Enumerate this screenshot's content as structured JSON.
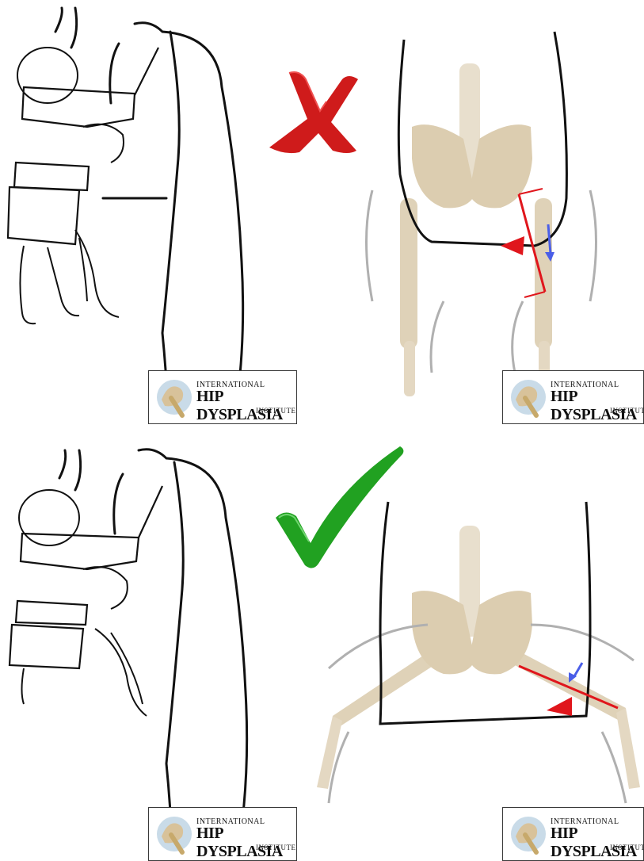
{
  "logo": {
    "line1": "INTERNATIONAL",
    "line2": "HIP DYSPLASIA",
    "line3": "INSTITUTE"
  },
  "panels": [
    {
      "verdict": "incorrect",
      "mark": "red-x-icon",
      "mark_color": "#d11a1a"
    },
    {
      "verdict": "correct",
      "mark": "green-check-icon",
      "mark_color": "#1ea41e"
    }
  ],
  "colors": {
    "bone": "#dccdb0",
    "outline": "#111111",
    "guide_line": "#e0161c",
    "arrow_blue": "#4a5ee8",
    "leg_guide": "#b8b8b8"
  }
}
